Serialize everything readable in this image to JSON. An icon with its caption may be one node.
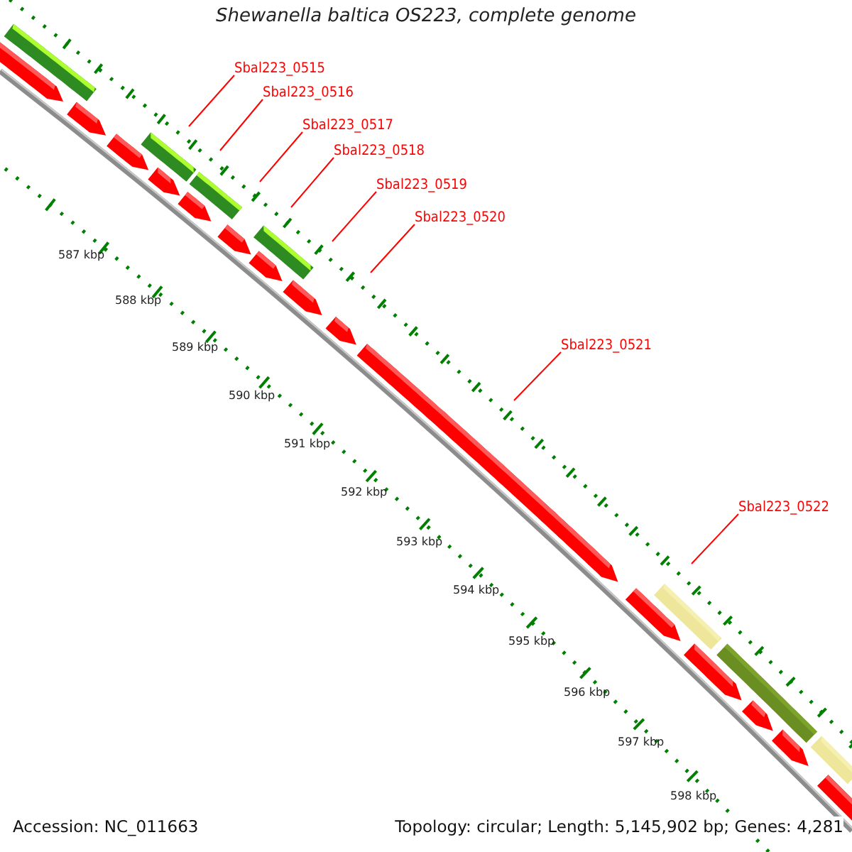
{
  "diagram": {
    "title": "Shewanella baltica OS223, complete genome",
    "nodes": [
      {
        "text": [
          "Sbal223_0515"
        ]
      },
      {
        "text": [
          "Sbal223_0516"
        ]
      },
      {
        "text": [
          "Sbal223_0517"
        ]
      },
      {
        "text": [
          "Sbal223_0518"
        ]
      },
      {
        "text": [
          "Sbal223_0519"
        ]
      },
      {
        "text": [
          "Sbal223_0520"
        ]
      },
      {
        "text": [
          "Sbal223_0521"
        ]
      },
      {
        "text": [
          "Sbal223_0522"
        ]
      }
    ],
    "edges": [
      {
        "from": 0,
        "to": null,
        "arrow": "none"
      },
      {
        "from": 1,
        "to": null,
        "arrow": "none"
      },
      {
        "from": 2,
        "to": null,
        "arrow": "none"
      },
      {
        "from": 3,
        "to": null,
        "arrow": "none"
      },
      {
        "from": 4,
        "to": null,
        "arrow": "none"
      },
      {
        "from": 5,
        "to": null,
        "arrow": "none"
      },
      {
        "from": 6,
        "to": null,
        "arrow": "none"
      },
      {
        "from": 7,
        "to": null,
        "arrow": "none"
      }
    ],
    "labels": [
      "587 kbp",
      "588 kbp",
      "589 kbp",
      "590 kbp",
      "591 kbp",
      "592 kbp",
      "593 kbp",
      "594 kbp",
      "595 kbp",
      "596 kbp",
      "597 kbp",
      "598 kbp",
      "Accession: NC_011663",
      "Topology: circular; Length: 5,145,902 bp; Genes: 4,281"
    ]
  }
}
